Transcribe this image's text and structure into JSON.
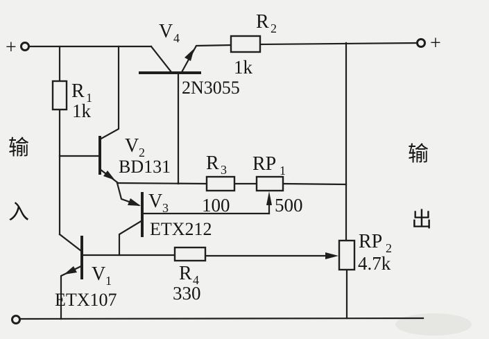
{
  "terminals": {
    "input_plus": "+",
    "output_plus": "+",
    "input_word_char1": "输",
    "input_word_char2": "入",
    "output_word_char1": "输",
    "output_word_char2": "出"
  },
  "components": {
    "R1": {
      "name": "R",
      "sub": "1",
      "value": "1k"
    },
    "R2": {
      "name": "R",
      "sub": "2",
      "value": "1k"
    },
    "R3": {
      "name": "R",
      "sub": "3",
      "value": "100"
    },
    "R4": {
      "name": "R",
      "sub": "4",
      "value": "330"
    },
    "RP1": {
      "name": "RP",
      "sub": "1",
      "value": "500"
    },
    "RP2": {
      "name": "RP",
      "sub": "2",
      "value": "4.7k"
    },
    "V1": {
      "name": "V",
      "sub": "1",
      "part": "ETX107"
    },
    "V2": {
      "name": "V",
      "sub": "2",
      "part": "BD131"
    },
    "V3": {
      "name": "V",
      "sub": "3",
      "part": "ETX212"
    },
    "V4": {
      "name": "V",
      "sub": "4",
      "part": "2N3055"
    }
  },
  "colors": {
    "ink": "#1f1f1f",
    "paper": "#f1f1ef"
  }
}
